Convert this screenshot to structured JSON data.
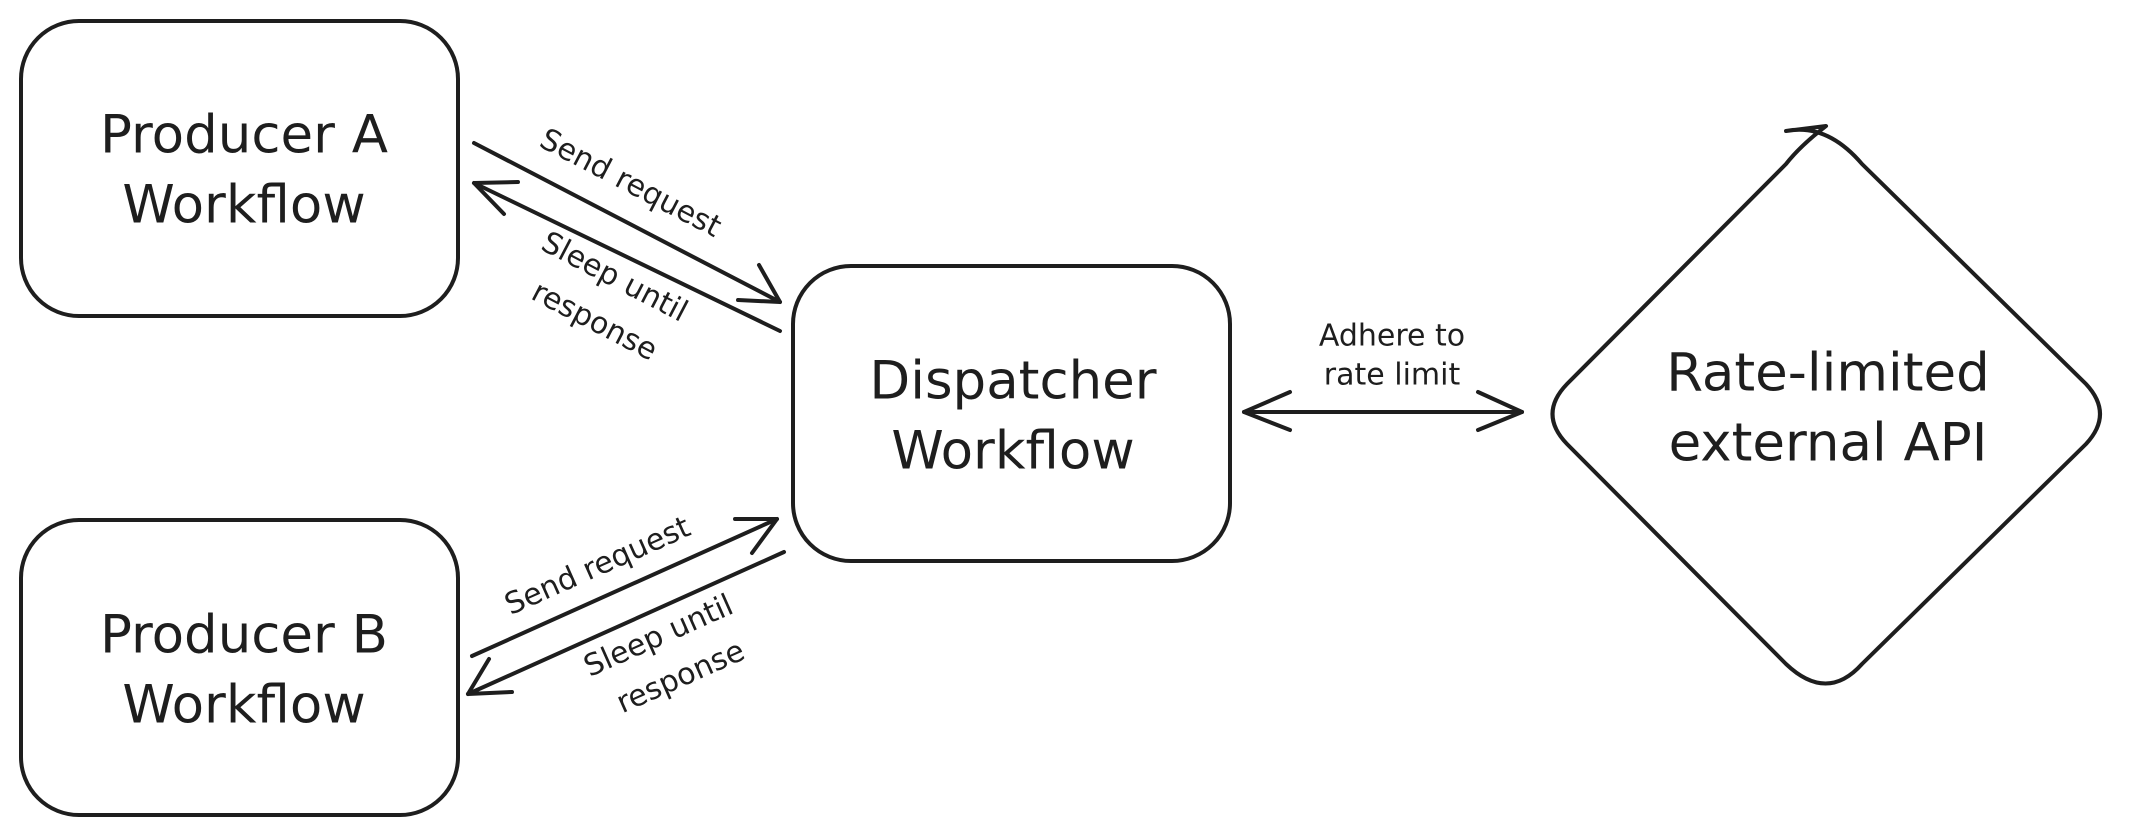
{
  "nodes": {
    "producer_a": {
      "line1": "Producer A",
      "line2": "Workflow"
    },
    "producer_b": {
      "line1": "Producer B",
      "line2": "Workflow"
    },
    "dispatcher": {
      "line1": "Dispatcher",
      "line2": "Workflow"
    },
    "external_api": {
      "line1": "Rate-limited",
      "line2": "external API"
    }
  },
  "edges": {
    "a_send": {
      "line1": "Send request"
    },
    "a_sleep": {
      "line1": "Sleep until",
      "line2": "response"
    },
    "b_send": {
      "line1": "Send request"
    },
    "b_sleep": {
      "line1": "Sleep until",
      "line2": "response"
    },
    "rate": {
      "line1": "Adhere to",
      "line2": "rate limit"
    }
  }
}
